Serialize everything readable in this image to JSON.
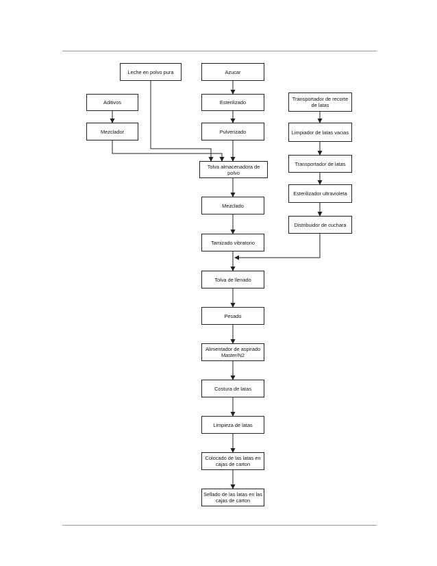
{
  "diagram": {
    "colors": {
      "line": "#222222",
      "box_border": "#222222",
      "text": "#111111",
      "rule": "#9a9a9a"
    },
    "nodes": {
      "leche": "Leche en polvo pura",
      "azucar": "Azucar",
      "aditivos": "Aditivos",
      "esterilizado": "Esterilizado",
      "mezclador": "Mezclador",
      "pulverizado": "Pulverizado",
      "transportador_recorte": "Transportador de recorte de latas",
      "limpiador": "Limpiador de latas vacias",
      "transportador_latas": "Transportador de latas",
      "esterilizador_uv": "Esterilizador ultravioleta",
      "distribuidor": "Distribuidor de cuchara",
      "tolva_almacenadora": "Tolva almacenadora de polvo",
      "mezclado": "Mezclado",
      "tamizado": "Tamizado vibratorio",
      "tolva_llenado": "Tolva de llenado",
      "pesado": "Pesado",
      "alimentador": "Alimentador de aspirado Master/N2",
      "costura": "Costura de latas",
      "limpieza": "Limpieza de latas",
      "colocado": "Colocado de las latas en cajas de carton",
      "sellado": "Sellado de las latas en las cajas de carton"
    }
  }
}
